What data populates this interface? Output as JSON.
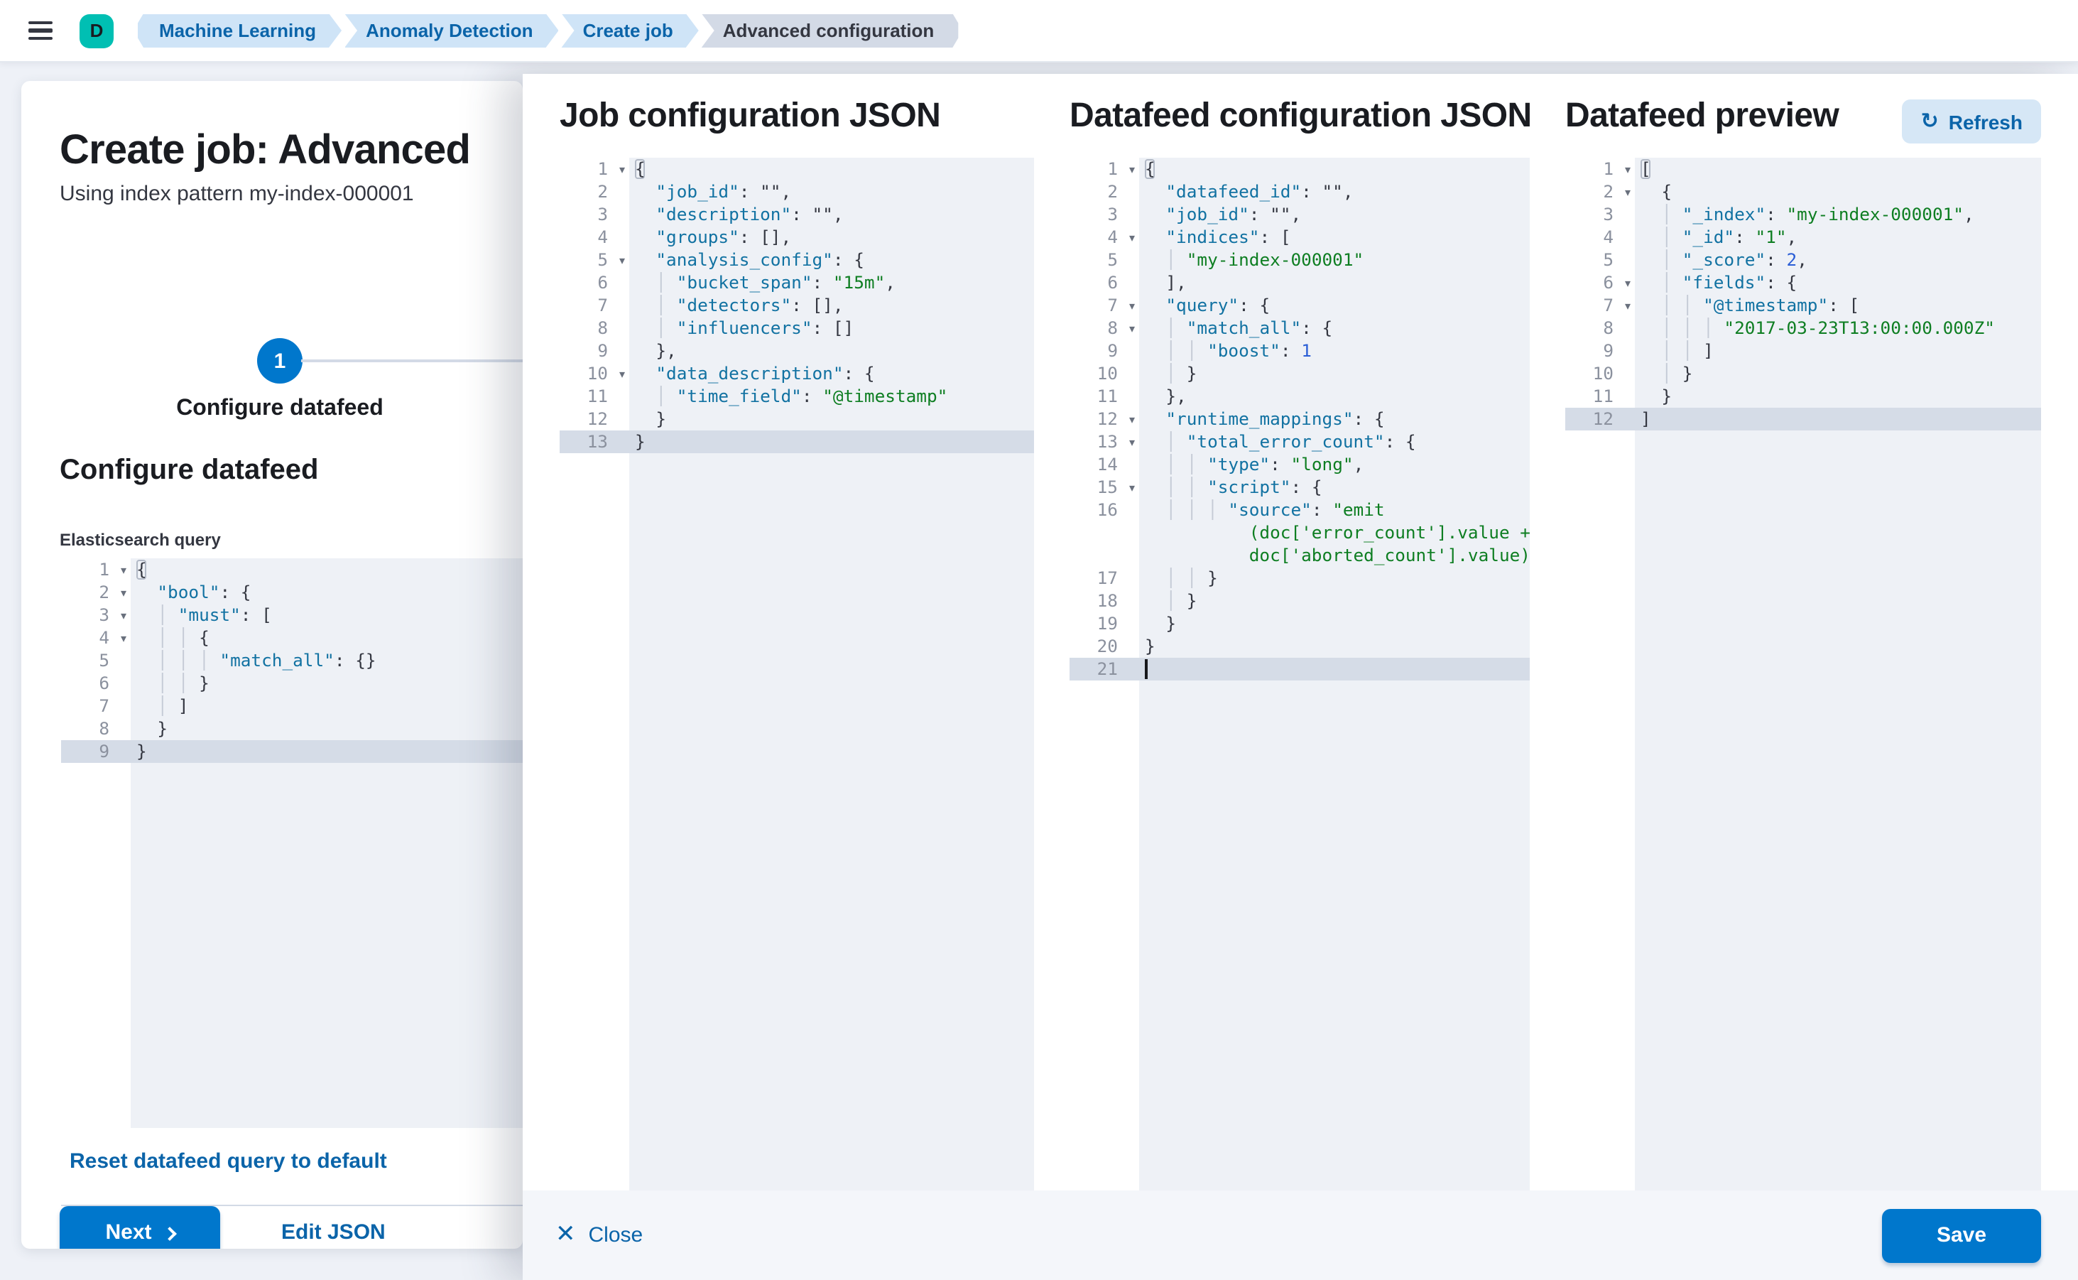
{
  "topbar": {
    "avatar_initial": "D",
    "breadcrumbs": [
      {
        "label": "Machine Learning",
        "current": false
      },
      {
        "label": "Anomaly Detection",
        "current": false
      },
      {
        "label": "Create job",
        "current": false
      },
      {
        "label": "Advanced configuration",
        "current": true
      }
    ]
  },
  "wizard": {
    "title": "Create job: Advanced",
    "subtitle": "Using index pattern my-index-000001",
    "step_number": "1",
    "step_label": "Configure datafeed",
    "section_title": "Configure datafeed",
    "query_label": "Elasticsearch query",
    "reset_link": "Reset datafeed query to default",
    "next_label": "Next",
    "edit_json_label": "Edit JSON"
  },
  "flyout": {
    "panels": [
      {
        "id": "job",
        "title": "Job configuration JSON"
      },
      {
        "id": "datafeed",
        "title": "Datafeed configuration JSON"
      },
      {
        "id": "preview",
        "title": "Datafeed preview",
        "refresh_label": "Refresh"
      }
    ],
    "footer": {
      "close_label": "Close",
      "save_label": "Save"
    }
  },
  "colors": {
    "primary": "#0077cc",
    "link": "#0b64a9",
    "avatar": "#00bfb3",
    "crumb_blue_bg": "#cfe4f7",
    "crumb_gray_bg": "#d3dae6",
    "code_key": "#1272a2",
    "code_string": "#0e7e22",
    "code_number": "#2b5ed6",
    "code_bg": "#eef1f6",
    "active_line": "#d5dce7"
  },
  "editors": {
    "es_query": [
      {
        "n": "1",
        "fold": true,
        "seg": [
          [
            "m",
            "{"
          ]
        ]
      },
      {
        "n": "2",
        "fold": true,
        "seg": [
          [
            "p",
            "  "
          ],
          [
            "k",
            "\"bool\""
          ],
          [
            "p",
            ": {"
          ]
        ]
      },
      {
        "n": "3",
        "fold": true,
        "seg": [
          [
            "g",
            "  │ "
          ],
          [
            "k",
            "\"must\""
          ],
          [
            "p",
            ": ["
          ]
        ]
      },
      {
        "n": "4",
        "fold": true,
        "seg": [
          [
            "g",
            "  │ │ "
          ],
          [
            "p",
            "{"
          ]
        ]
      },
      {
        "n": "5",
        "seg": [
          [
            "g",
            "  │ │ │ "
          ],
          [
            "k",
            "\"match_all\""
          ],
          [
            "p",
            ": {}"
          ]
        ]
      },
      {
        "n": "6",
        "seg": [
          [
            "g",
            "  │ │ "
          ],
          [
            "p",
            "}"
          ]
        ]
      },
      {
        "n": "7",
        "seg": [
          [
            "g",
            "  │ "
          ],
          [
            "p",
            "]"
          ]
        ]
      },
      {
        "n": "8",
        "seg": [
          [
            "p",
            "  }"
          ]
        ]
      },
      {
        "n": "9",
        "active": true,
        "seg": [
          [
            "p",
            "}"
          ]
        ]
      }
    ],
    "job": [
      {
        "n": "1",
        "fold": true,
        "seg": [
          [
            "m",
            "{"
          ]
        ]
      },
      {
        "n": "2",
        "seg": [
          [
            "p",
            "  "
          ],
          [
            "k",
            "\"job_id\""
          ],
          [
            "p",
            ": \"\","
          ]
        ]
      },
      {
        "n": "3",
        "seg": [
          [
            "p",
            "  "
          ],
          [
            "k",
            "\"description\""
          ],
          [
            "p",
            ": \"\","
          ]
        ]
      },
      {
        "n": "4",
        "seg": [
          [
            "p",
            "  "
          ],
          [
            "k",
            "\"groups\""
          ],
          [
            "p",
            ": [],"
          ]
        ]
      },
      {
        "n": "5",
        "fold": true,
        "seg": [
          [
            "p",
            "  "
          ],
          [
            "k",
            "\"analysis_config\""
          ],
          [
            "p",
            ": {"
          ]
        ]
      },
      {
        "n": "6",
        "seg": [
          [
            "g",
            "  │ "
          ],
          [
            "k",
            "\"bucket_span\""
          ],
          [
            "p",
            ": "
          ],
          [
            "s",
            "\"15m\""
          ],
          [
            "p",
            ","
          ]
        ]
      },
      {
        "n": "7",
        "seg": [
          [
            "g",
            "  │ "
          ],
          [
            "k",
            "\"detectors\""
          ],
          [
            "p",
            ": [],"
          ]
        ]
      },
      {
        "n": "8",
        "seg": [
          [
            "g",
            "  │ "
          ],
          [
            "k",
            "\"influencers\""
          ],
          [
            "p",
            ": []"
          ]
        ]
      },
      {
        "n": "9",
        "seg": [
          [
            "p",
            "  },"
          ]
        ]
      },
      {
        "n": "10",
        "fold": true,
        "seg": [
          [
            "p",
            "  "
          ],
          [
            "k",
            "\"data_description\""
          ],
          [
            "p",
            ": {"
          ]
        ]
      },
      {
        "n": "11",
        "seg": [
          [
            "g",
            "  │ "
          ],
          [
            "k",
            "\"time_field\""
          ],
          [
            "p",
            ": "
          ],
          [
            "s",
            "\"@timestamp\""
          ]
        ]
      },
      {
        "n": "12",
        "seg": [
          [
            "p",
            "  }"
          ]
        ]
      },
      {
        "n": "13",
        "active": true,
        "seg": [
          [
            "p",
            "}"
          ]
        ]
      }
    ],
    "datafeed": [
      {
        "n": "1",
        "fold": true,
        "seg": [
          [
            "m",
            "{"
          ]
        ]
      },
      {
        "n": "2",
        "seg": [
          [
            "p",
            "  "
          ],
          [
            "k",
            "\"datafeed_id\""
          ],
          [
            "p",
            ": \"\","
          ]
        ]
      },
      {
        "n": "3",
        "seg": [
          [
            "p",
            "  "
          ],
          [
            "k",
            "\"job_id\""
          ],
          [
            "p",
            ": \"\","
          ]
        ]
      },
      {
        "n": "4",
        "fold": true,
        "seg": [
          [
            "p",
            "  "
          ],
          [
            "k",
            "\"indices\""
          ],
          [
            "p",
            ": ["
          ]
        ]
      },
      {
        "n": "5",
        "seg": [
          [
            "g",
            "  │ "
          ],
          [
            "s",
            "\"my-index-000001\""
          ]
        ]
      },
      {
        "n": "6",
        "seg": [
          [
            "p",
            "  ],"
          ]
        ]
      },
      {
        "n": "7",
        "fold": true,
        "seg": [
          [
            "p",
            "  "
          ],
          [
            "k",
            "\"query\""
          ],
          [
            "p",
            ": {"
          ]
        ]
      },
      {
        "n": "8",
        "fold": true,
        "seg": [
          [
            "g",
            "  │ "
          ],
          [
            "k",
            "\"match_all\""
          ],
          [
            "p",
            ": {"
          ]
        ]
      },
      {
        "n": "9",
        "seg": [
          [
            "g",
            "  │ │ "
          ],
          [
            "k",
            "\"boost\""
          ],
          [
            "p",
            ": "
          ],
          [
            "n",
            "1"
          ]
        ]
      },
      {
        "n": "10",
        "seg": [
          [
            "g",
            "  │ "
          ],
          [
            "p",
            "}"
          ]
        ]
      },
      {
        "n": "11",
        "seg": [
          [
            "p",
            "  },"
          ]
        ]
      },
      {
        "n": "12",
        "fold": true,
        "seg": [
          [
            "p",
            "  "
          ],
          [
            "k",
            "\"runtime_mappings\""
          ],
          [
            "p",
            ": {"
          ]
        ]
      },
      {
        "n": "13",
        "fold": true,
        "seg": [
          [
            "g",
            "  │ "
          ],
          [
            "k",
            "\"total_error_count\""
          ],
          [
            "p",
            ": {"
          ]
        ]
      },
      {
        "n": "14",
        "seg": [
          [
            "g",
            "  │ │ "
          ],
          [
            "k",
            "\"type\""
          ],
          [
            "p",
            ": "
          ],
          [
            "s",
            "\"long\""
          ],
          [
            "p",
            ","
          ]
        ]
      },
      {
        "n": "15",
        "fold": true,
        "seg": [
          [
            "g",
            "  │ │ "
          ],
          [
            "k",
            "\"script\""
          ],
          [
            "p",
            ": {"
          ]
        ]
      },
      {
        "n": "16",
        "seg": [
          [
            "g",
            "  │ │ │ "
          ],
          [
            "k",
            "\"source\""
          ],
          [
            "p",
            ": "
          ],
          [
            "s",
            "\"emit"
          ]
        ]
      },
      {
        "n": null,
        "seg": [
          [
            "s",
            "          (doc['error_count'].value +"
          ]
        ]
      },
      {
        "n": null,
        "seg": [
          [
            "s",
            "          doc['aborted_count'].value)\""
          ]
        ]
      },
      {
        "n": "17",
        "seg": [
          [
            "g",
            "  │ │ "
          ],
          [
            "p",
            "}"
          ]
        ]
      },
      {
        "n": "18",
        "seg": [
          [
            "g",
            "  │ "
          ],
          [
            "p",
            "}"
          ]
        ]
      },
      {
        "n": "19",
        "seg": [
          [
            "p",
            "  }"
          ]
        ]
      },
      {
        "n": "20",
        "seg": [
          [
            "p",
            "}"
          ]
        ]
      },
      {
        "n": "21",
        "active": true,
        "cursor": true,
        "seg": []
      }
    ],
    "preview": [
      {
        "n": "1",
        "fold": true,
        "seg": [
          [
            "m",
            "["
          ]
        ]
      },
      {
        "n": "2",
        "fold": true,
        "seg": [
          [
            "p",
            "  {"
          ]
        ]
      },
      {
        "n": "3",
        "seg": [
          [
            "g",
            "  │ "
          ],
          [
            "k",
            "\"_index\""
          ],
          [
            "p",
            ": "
          ],
          [
            "s",
            "\"my-index-000001\""
          ],
          [
            "p",
            ","
          ]
        ]
      },
      {
        "n": "4",
        "seg": [
          [
            "g",
            "  │ "
          ],
          [
            "k",
            "\"_id\""
          ],
          [
            "p",
            ": "
          ],
          [
            "s",
            "\"1\""
          ],
          [
            "p",
            ","
          ]
        ]
      },
      {
        "n": "5",
        "seg": [
          [
            "g",
            "  │ "
          ],
          [
            "k",
            "\"_score\""
          ],
          [
            "p",
            ": "
          ],
          [
            "n",
            "2"
          ],
          [
            "p",
            ","
          ]
        ]
      },
      {
        "n": "6",
        "fold": true,
        "seg": [
          [
            "g",
            "  │ "
          ],
          [
            "k",
            "\"fields\""
          ],
          [
            "p",
            ": {"
          ]
        ]
      },
      {
        "n": "7",
        "fold": true,
        "seg": [
          [
            "g",
            "  │ │ "
          ],
          [
            "k",
            "\"@timestamp\""
          ],
          [
            "p",
            ": ["
          ]
        ]
      },
      {
        "n": "8",
        "seg": [
          [
            "g",
            "  │ │ │ "
          ],
          [
            "s",
            "\"2017-03-23T13:00:00.000Z\""
          ]
        ]
      },
      {
        "n": "9",
        "seg": [
          [
            "g",
            "  │ │ "
          ],
          [
            "p",
            "]"
          ]
        ]
      },
      {
        "n": "10",
        "seg": [
          [
            "g",
            "  │ "
          ],
          [
            "p",
            "}"
          ]
        ]
      },
      {
        "n": "11",
        "seg": [
          [
            "p",
            "  }"
          ]
        ]
      },
      {
        "n": "12",
        "active": true,
        "seg": [
          [
            "p",
            "]"
          ]
        ]
      }
    ]
  }
}
